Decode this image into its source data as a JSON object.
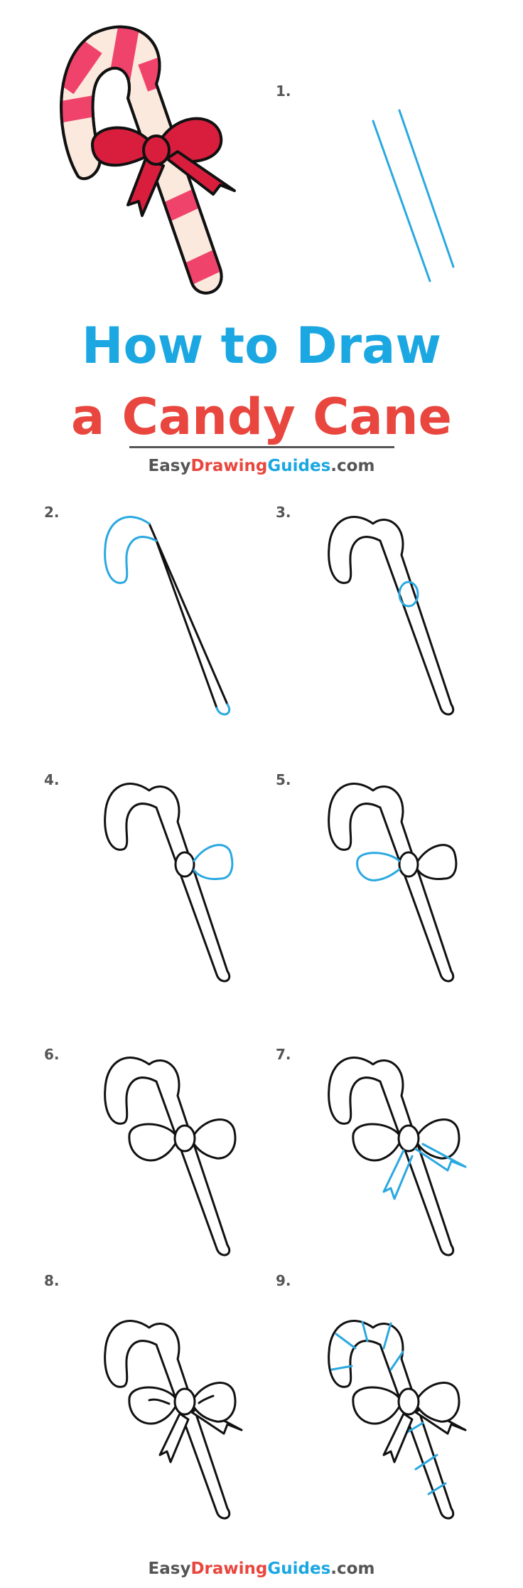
{
  "title": {
    "line1": "How to Draw",
    "line2": "a Candy Cane"
  },
  "brand": {
    "part1": "Easy",
    "part2": "Drawing",
    "part3": "Guides",
    "part4": ".com"
  },
  "steps": [
    {
      "label": "1."
    },
    {
      "label": "2."
    },
    {
      "label": "3."
    },
    {
      "label": "4."
    },
    {
      "label": "5."
    },
    {
      "label": "6."
    },
    {
      "label": "7."
    },
    {
      "label": "8."
    },
    {
      "label": "9."
    }
  ],
  "colors": {
    "title_blue": "#1ba7e1",
    "title_red": "#e8463e",
    "stripe_red": "#f0436b",
    "stripe_cream": "#fbe9dd",
    "bow_red": "#d91e3d",
    "guide_blue": "#2aa8e0",
    "ink": "#111111"
  }
}
